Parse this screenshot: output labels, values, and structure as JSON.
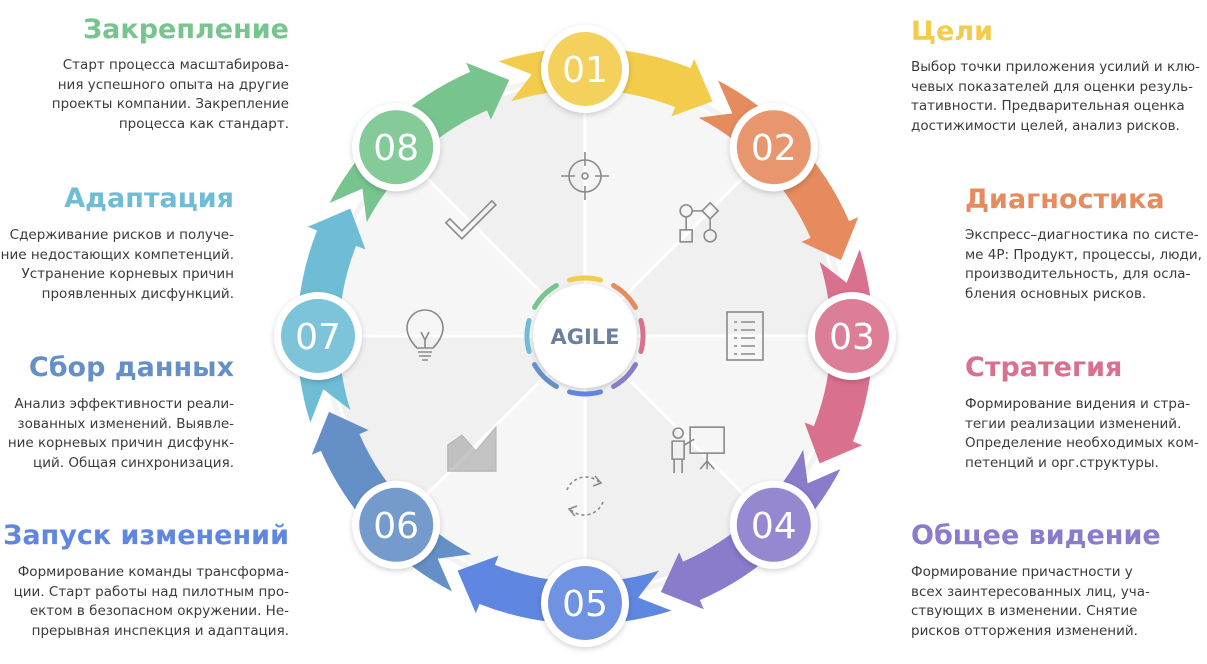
{
  "center_label": "AGILE",
  "steps": [
    {
      "num": "01",
      "title": "Цели",
      "color": "#f2cc4a",
      "icon": "target-icon",
      "lines": [
        "Выбор точки приложения усилий и клю-",
        "чевых показателей для оценки резуль-",
        "тативности. Предварительная оценка",
        "достижимости целей, анализ рисков."
      ]
    },
    {
      "num": "02",
      "title": "Диагностика",
      "color": "#e58b5e",
      "icon": "flowchart-icon",
      "lines": [
        "Экспресс–диагностика по систе-",
        "ме 4P: Продукт, процессы, люди,",
        "производительность, для осла-",
        "бления основных рисков."
      ]
    },
    {
      "num": "03",
      "title": "Стратегия",
      "color": "#d9708e",
      "icon": "checklist-icon",
      "lines": [
        "Формирование видения и стра-",
        "тегии реализации изменений.",
        "Определение необходимых ком-",
        "петенций и орг.структуры."
      ]
    },
    {
      "num": "04",
      "title": "Общее видение",
      "color": "#8a7bcb",
      "icon": "presentation-icon",
      "lines": [
        "Формирование причастности у",
        "всех заинтересованных лиц, уча-",
        "ствующих в изменении. Снятие",
        "рисков отторжения изменений."
      ]
    },
    {
      "num": "05",
      "title": "Запуск изменений",
      "color": "#5f86e0",
      "icon": "cycle-icon",
      "lines": [
        "Формирование команды трансформа-",
        "ции. Старт работы над пилотным про-",
        "ектом в безопасном окружении. Не-",
        "прерывная инспекция и адаптация."
      ]
    },
    {
      "num": "06",
      "title": "Сбор данных",
      "color": "#6590c7",
      "icon": "area-chart-icon",
      "lines": [
        "Анализ эффективности реали-",
        "зованных изменений. Выявле-",
        "ние корневых причин дисфунк-",
        "ций. Общая синхронизация."
      ]
    },
    {
      "num": "07",
      "title": "Адаптация",
      "color": "#6fbcd6",
      "icon": "lightbulb-icon",
      "lines": [
        "Сдерживание рисков и получе-",
        "ние недостающих компетенций.",
        "Устранение корневых причин",
        "проявленных дисфункций."
      ]
    },
    {
      "num": "08",
      "title": "Закрепление",
      "color": "#78c48e",
      "icon": "checkmark-icon",
      "lines": [
        "Старт процесса масштабирова-",
        "ния успешного опыта на другие",
        "проекты компании. Закрепление",
        "процесса как стандарт."
      ]
    }
  ]
}
